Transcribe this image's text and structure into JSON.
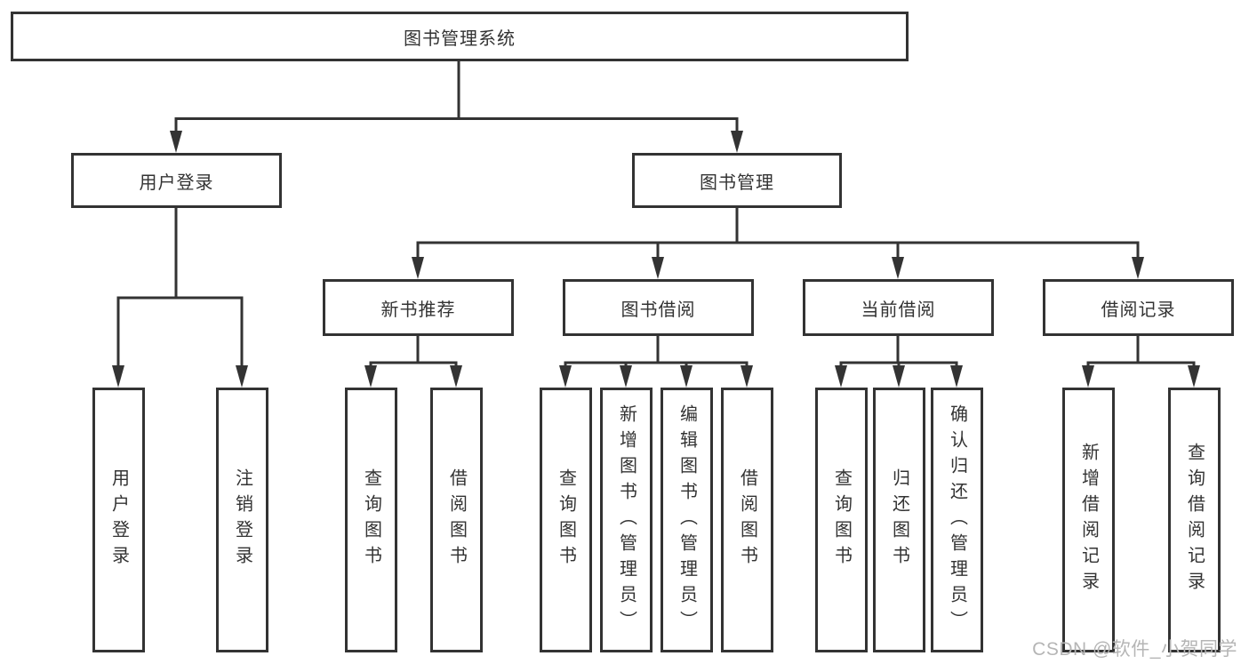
{
  "diagram": {
    "title": "图书管理系统",
    "root": {
      "label": "图书管理系统"
    },
    "level2": [
      {
        "label": "用户登录"
      },
      {
        "label": "图书管理"
      }
    ],
    "level3": [
      {
        "label": "新书推荐"
      },
      {
        "label": "图书借阅"
      },
      {
        "label": "当前借阅"
      },
      {
        "label": "借阅记录"
      }
    ],
    "leaves": {
      "user_login": [
        "用户登录",
        "注销登录"
      ],
      "new_book_recommend": [
        "查询图书",
        "借阅图书"
      ],
      "book_borrow": [
        "查询图书",
        "新增图书（管理员）",
        "编辑图书（管理员）",
        "借阅图书"
      ],
      "current_borrow": [
        "查询图书",
        "归还图书",
        "确认归还（管理员）"
      ],
      "borrow_record": [
        "新增借阅记录",
        "查询借阅记录"
      ]
    }
  },
  "watermark": {
    "text": "CSDN @软件_小贺同学"
  },
  "colors": {
    "line": "#333333",
    "text": "#333333",
    "watermark": "#b5b5b5",
    "background": "#ffffff"
  }
}
